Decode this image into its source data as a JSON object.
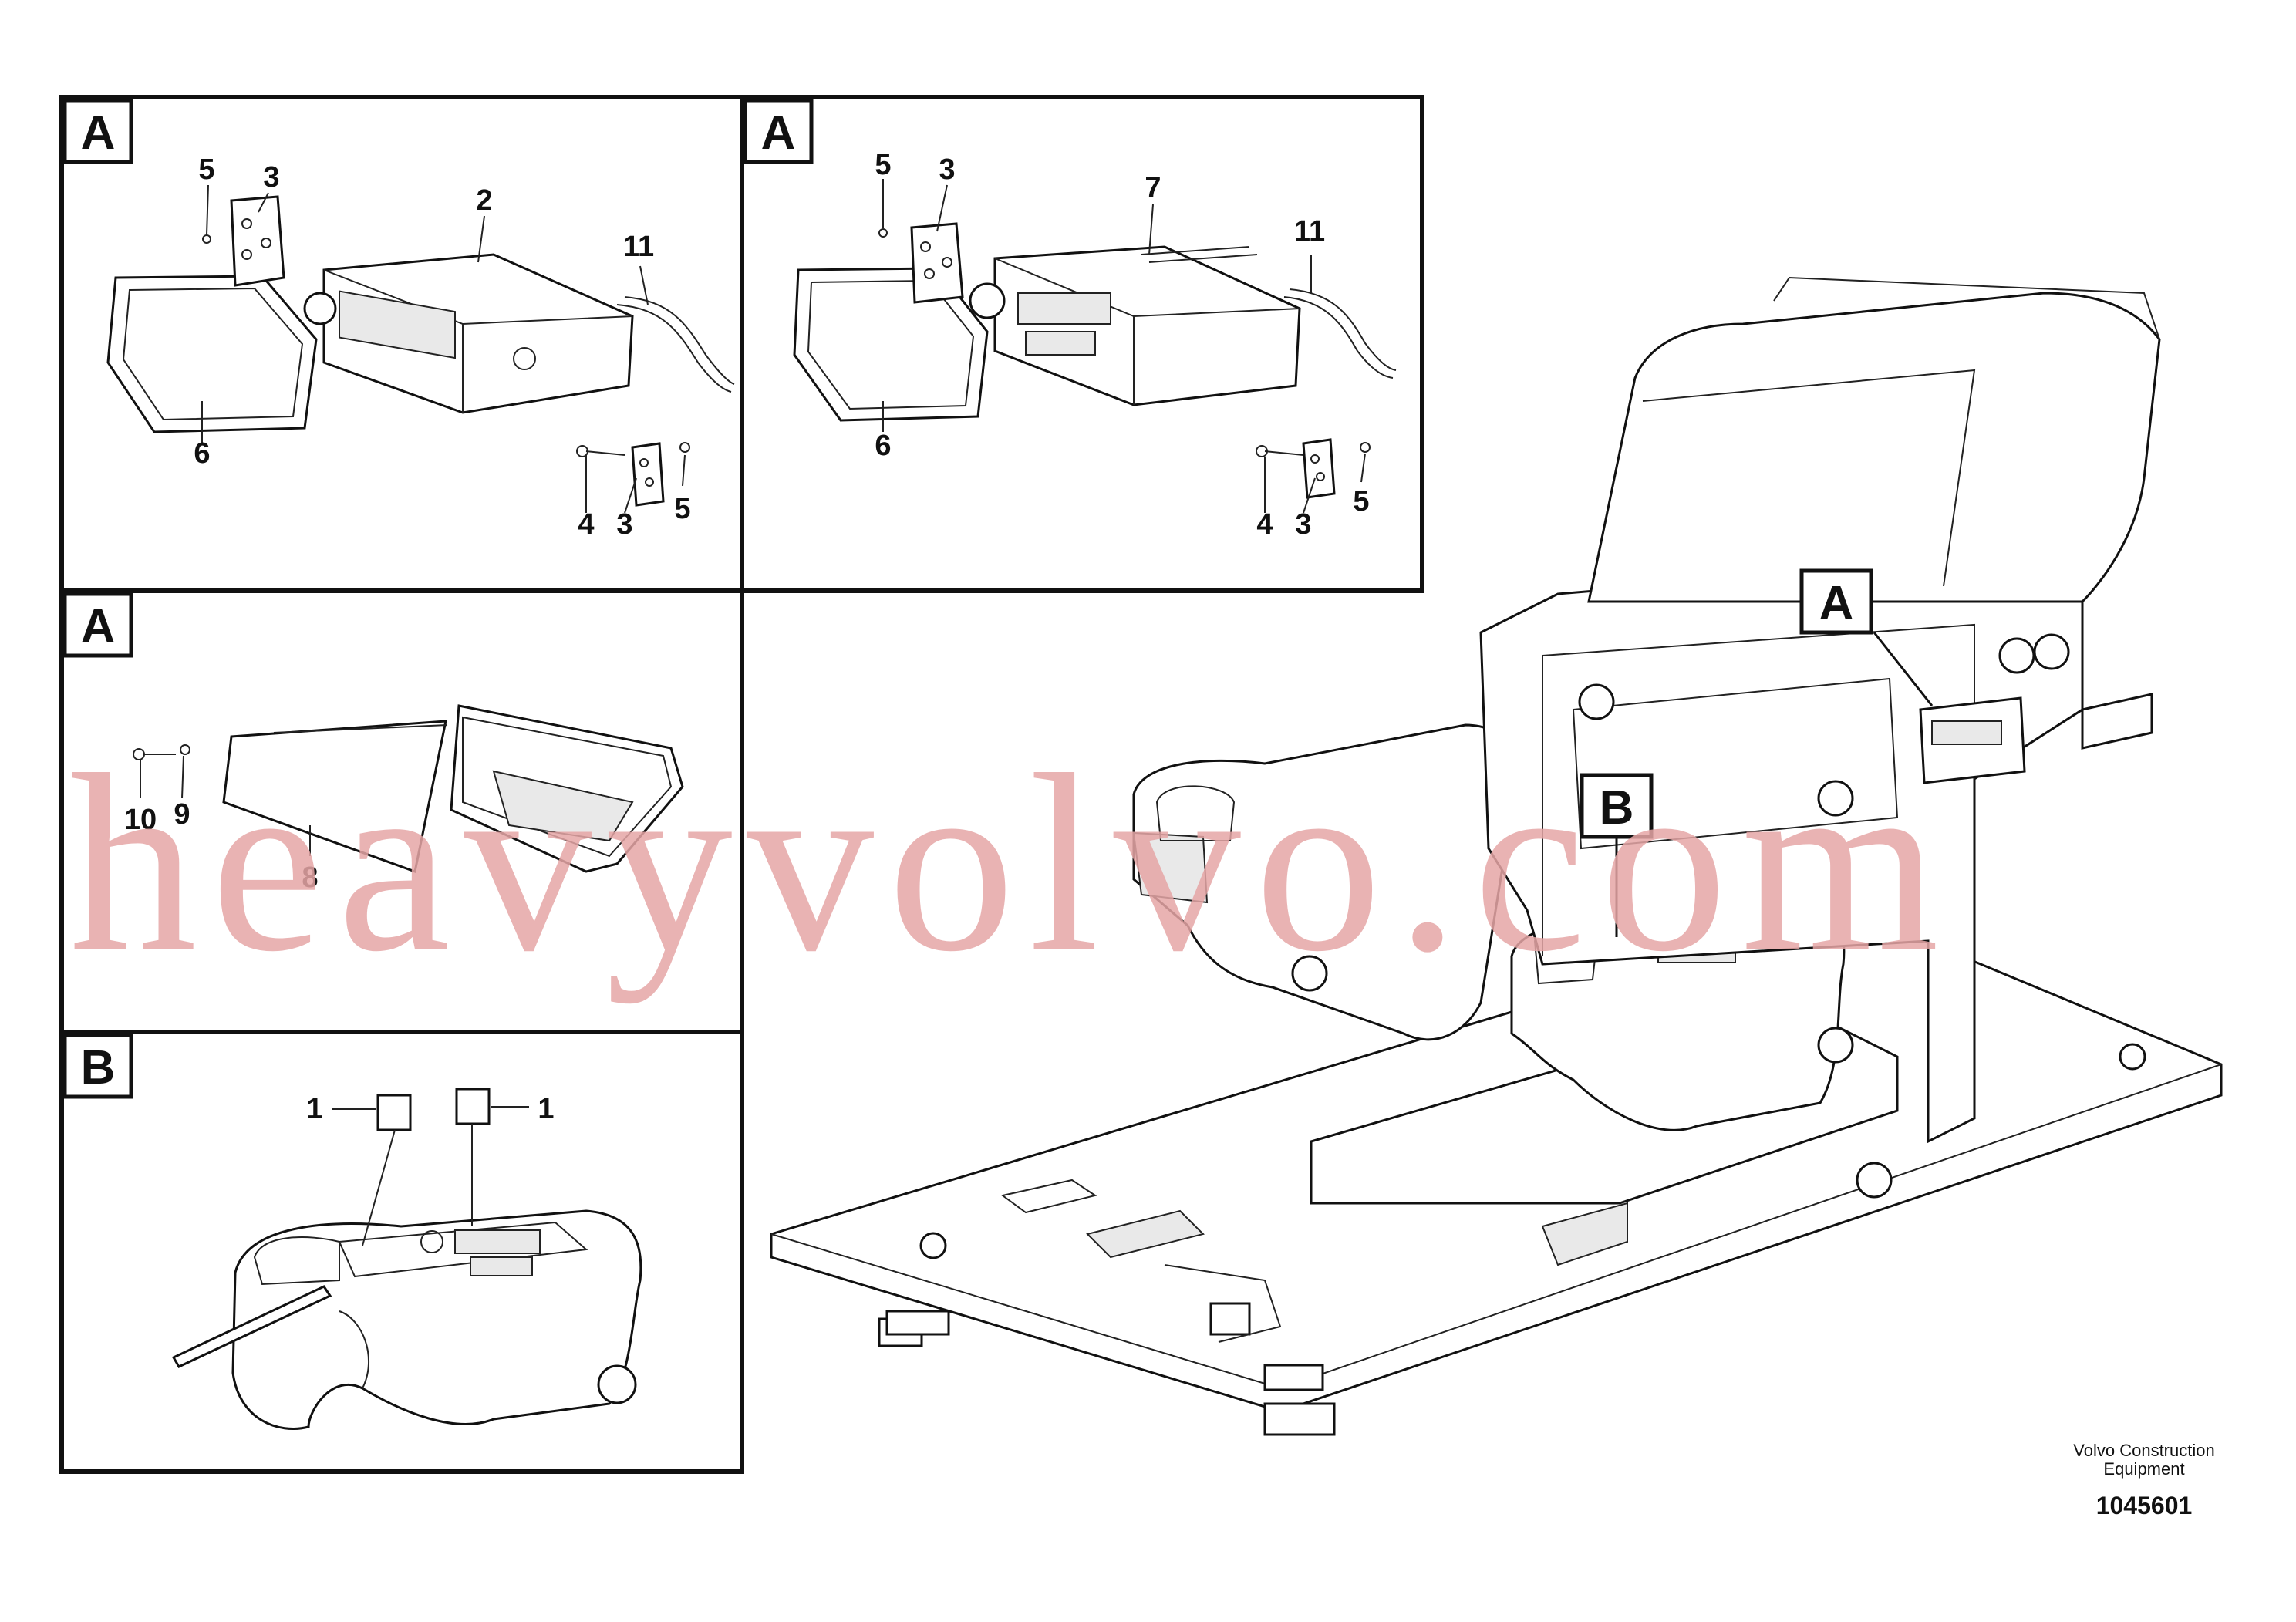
{
  "panels": [
    {
      "id": "top-left",
      "tag": "A"
    },
    {
      "id": "top-right",
      "tag": "A"
    },
    {
      "id": "mid-left",
      "tag": "A"
    },
    {
      "id": "bottom-left",
      "tag": "B"
    }
  ],
  "main_tags": {
    "a": "A",
    "b": "B"
  },
  "callouts": {
    "tl": [
      "5",
      "3",
      "2",
      "11",
      "6",
      "4",
      "3",
      "5"
    ],
    "tr": [
      "5",
      "3",
      "7",
      "11",
      "6",
      "4",
      "3",
      "5"
    ],
    "ml": [
      "10",
      "9",
      "8"
    ],
    "bl": [
      "1",
      "1"
    ]
  },
  "watermark": "heavyvolvo.com",
  "footer": {
    "line1": "Volvo Construction",
    "line2": "Equipment",
    "code": "1045601"
  }
}
